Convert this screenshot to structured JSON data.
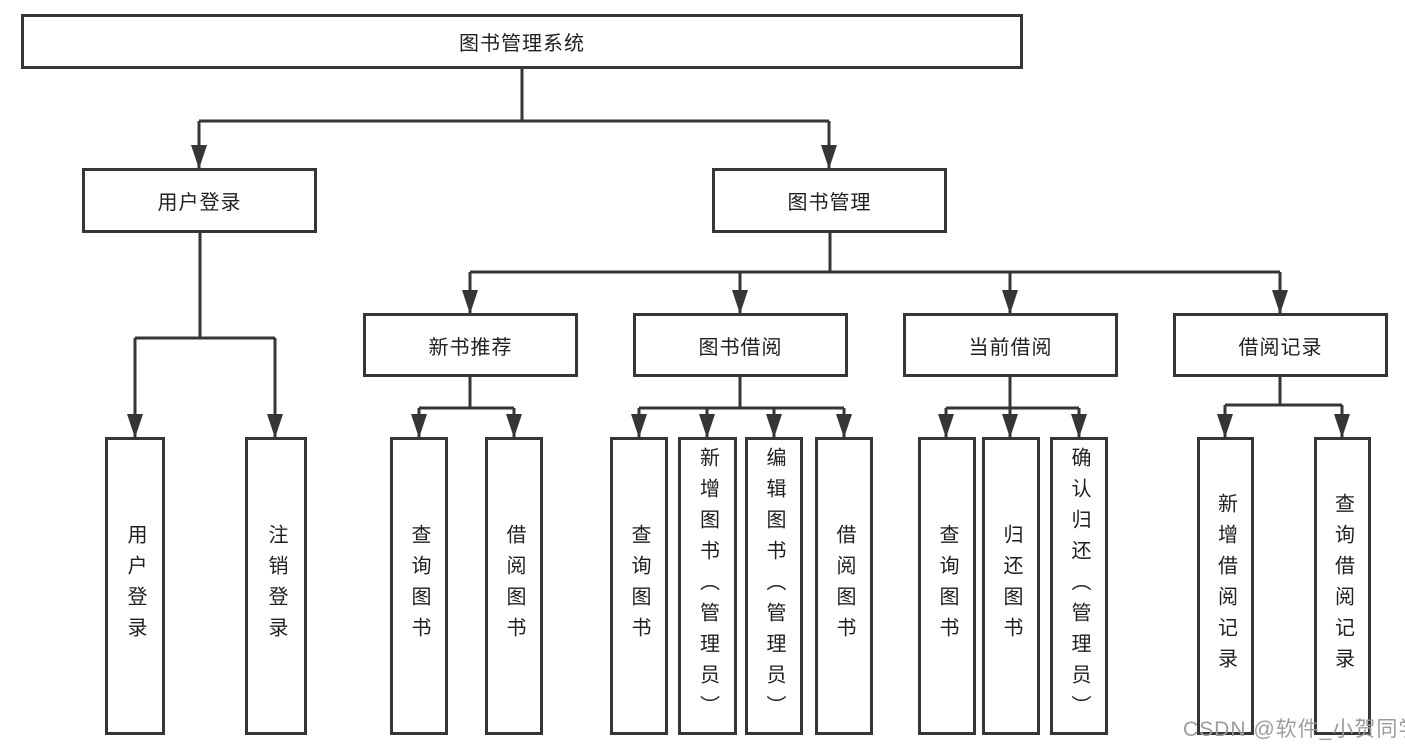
{
  "tree": {
    "label": "图书管理系统",
    "children": [
      {
        "label": "用户登录",
        "children": [
          {
            "label": "用户登录"
          },
          {
            "label": "注销登录"
          }
        ]
      },
      {
        "label": "图书管理",
        "children": [
          {
            "label": "新书推荐",
            "children": [
              {
                "label": "查询图书"
              },
              {
                "label": "借阅图书"
              }
            ]
          },
          {
            "label": "图书借阅",
            "children": [
              {
                "label": "查询图书"
              },
              {
                "label": "新增图书（管理员）"
              },
              {
                "label": "编辑图书（管理员）"
              },
              {
                "label": "借阅图书"
              }
            ]
          },
          {
            "label": "当前借阅",
            "children": [
              {
                "label": "查询图书"
              },
              {
                "label": "归还图书"
              },
              {
                "label": "确认归还（管理员）"
              }
            ]
          },
          {
            "label": "借阅记录",
            "children": [
              {
                "label": "新增借阅记录"
              },
              {
                "label": "查询借阅记录"
              }
            ]
          }
        ]
      }
    ]
  },
  "watermark": {
    "text": "CSDN @软件_小贺同学"
  },
  "colors": {
    "line": "#363636",
    "box_border": "#363636",
    "box_fill": "#ffffff",
    "text": "#1f1f1f",
    "background": "#ffffff",
    "watermark": "#9c9ca1"
  }
}
